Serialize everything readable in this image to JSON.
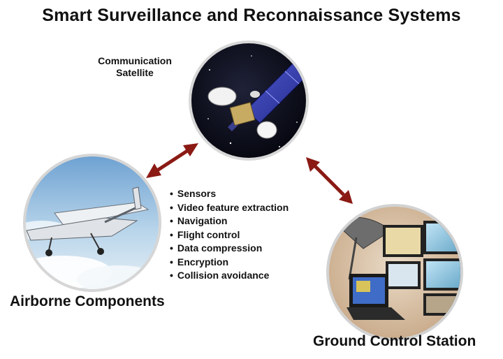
{
  "title": "Smart Surveillance and Reconnaissance Systems",
  "satellite": {
    "label_line1": "Communication",
    "label_line2": "Satellite"
  },
  "airborne": {
    "label": "Airborne Components",
    "features": [
      "Sensors",
      "Video feature extraction",
      "Navigation",
      "Flight control",
      "Data compression",
      "Encryption",
      "Collision avoidance"
    ]
  },
  "ground": {
    "label": "Ground Control Station"
  },
  "links": [
    {
      "from": "satellite",
      "to": "airborne",
      "style": "double-arrow"
    },
    {
      "from": "satellite",
      "to": "ground",
      "style": "double-arrow"
    }
  ],
  "colors": {
    "arrow": "#8b1a14",
    "space": "#0b0d1c",
    "sky": "#9ec6e6",
    "ground_bg": "#d9c3ad",
    "solar_panel": "#2a2f9c",
    "text": "#111111"
  },
  "icons": [
    "satellite-icon",
    "drone-icon",
    "antenna-dish-icon",
    "monitor-icon",
    "laptop-icon"
  ]
}
